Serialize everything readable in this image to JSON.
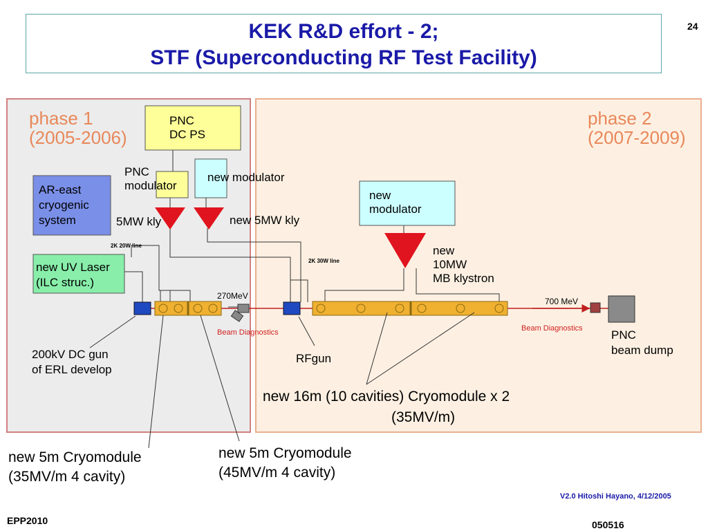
{
  "slide": {
    "title_line1": "KEK R&D effort - 2;",
    "title_line2": "STF (Superconducting RF Test Facility)",
    "page_number": "24",
    "footer_left": "EPP2010",
    "footer_right": "050516"
  },
  "diagram": {
    "phase1": {
      "label": "phase 1",
      "years": "(2005-2006)"
    },
    "phase2": {
      "label": "phase 2",
      "years": "(2007-2009)"
    },
    "pnc_dc_ps": [
      "PNC",
      "DC PS"
    ],
    "pnc_modulator": [
      "PNC",
      "modulator"
    ],
    "new_modulator_1": "new modulator",
    "ar_east": [
      "AR-east",
      "cryogenic",
      "system"
    ],
    "kly_5mw": "5MW kly",
    "new_kly_5mw": "new 5MW kly",
    "line_2k_20w": "2K 20W line",
    "line_2k_30w": "2K 30W line",
    "uv_laser": [
      "new UV Laser",
      "(ILC struc.)"
    ],
    "new_modulator_2": [
      "new",
      "modulator"
    ],
    "klystron_10mw": [
      "new",
      "10MW",
      "MB klystron"
    ],
    "energy_270": "270MeV",
    "energy_700": "700 MeV",
    "beam_diag_1": "Beam Diagnostics",
    "beam_diag_2": "Beam Diagnostics",
    "pnc_beam_dump": [
      "PNC",
      "beam dump"
    ],
    "dc_gun": [
      "200kV DC gun",
      "of ERL develop"
    ],
    "rf_gun": "RFgun",
    "cryo_16m": [
      "new 16m (10 cavities) Cryomodule  x  2",
      "(35MV/m)"
    ],
    "cryo_5m_a": [
      "new 5m Cryomodule",
      "(35MV/m 4 cavity)"
    ],
    "cryo_5m_b": [
      "new 5m Cryomodule",
      "(45MV/m 4 cavity)"
    ],
    "credit": "V2.0 Hitoshi Hayano, 4/12/2005"
  },
  "colors": {
    "title": "#1a1aa8",
    "phase_text": "#e8885a",
    "klystron_red": "#e0141e",
    "yellow_box": "#ffff99",
    "cyan_box": "#ccffff",
    "blue_box": "#7a8fe8",
    "green_box": "#88eeaa",
    "cryomodule_orange": "#f0b030",
    "phase1_bg": "#ececec",
    "phase2_bg": "#fdf0e2"
  }
}
